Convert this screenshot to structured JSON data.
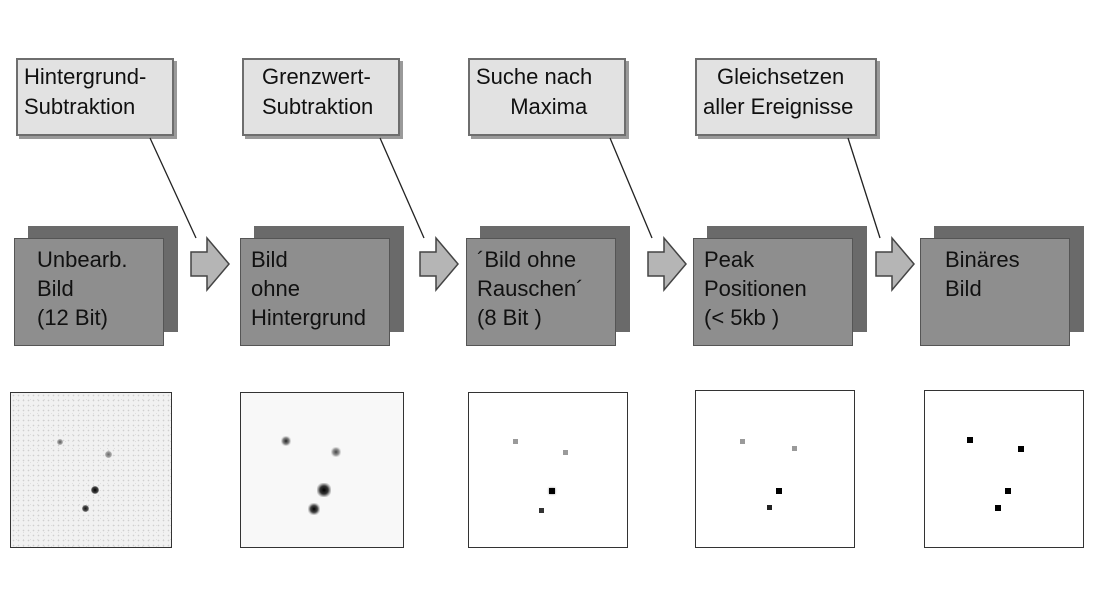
{
  "operations": [
    {
      "line1": "Hintergrund-",
      "line2": "Subtraktion"
    },
    {
      "line1": "Grenzwert-",
      "line2": "Subtraktion"
    },
    {
      "line1": "Suche nach",
      "line2": "  Maxima"
    },
    {
      "line1": "Gleichsetzen",
      "line2": "aller Ereignisse"
    }
  ],
  "stages": [
    {
      "lines": [
        "Unbearb.",
        "Bild",
        "(12 Bit)"
      ]
    },
    {
      "lines": [
        "Bild",
        "ohne",
        "Hintergrund"
      ]
    },
    {
      "lines": [
        "´Bild ohne",
        "Rauschen´",
        "(8 Bit )"
      ]
    },
    {
      "lines": [
        "Peak",
        "Positionen",
        "(< 5kb )"
      ]
    },
    {
      "lines": [
        "Binäres",
        "Bild",
        ""
      ]
    }
  ],
  "colors": {
    "label_fill": "#e2e2e2",
    "stage_front": "#8e8e8e",
    "stage_back": "#6a6a6a",
    "arrow_fill": "#b5b5b5"
  }
}
